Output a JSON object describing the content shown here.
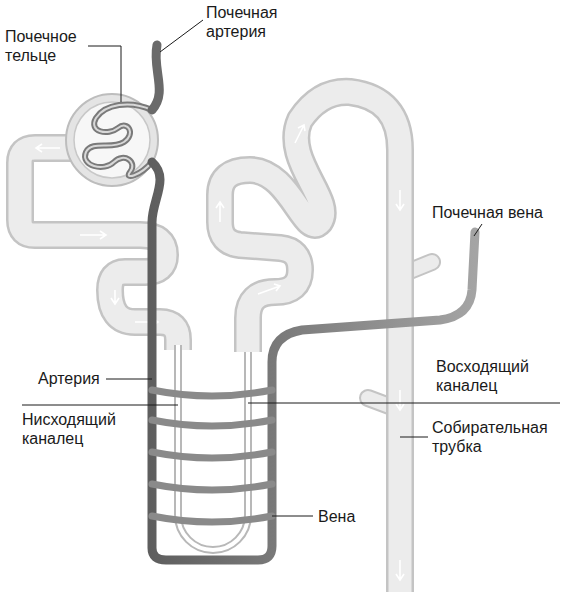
{
  "diagram": {
    "labels": [
      "Почечное тельце",
      "Почечная артерия",
      "Почечная вена",
      "Артерия",
      "Восходящий каналец",
      "Нисходящий каналец",
      "Собирательная трубка",
      "Вена"
    ]
  }
}
